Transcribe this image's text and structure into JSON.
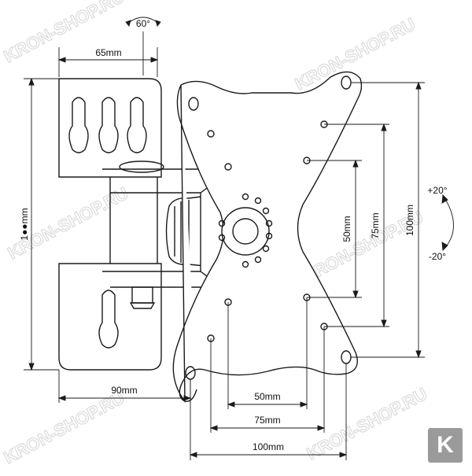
{
  "watermark": "KRON-SHOP.RU",
  "badge_letter": "K",
  "dimensions": {
    "swivel": "60°",
    "wall_width": "65mm",
    "wall_height": "1●●mm",
    "tilt_up": "+20°",
    "tilt_down": "-20°",
    "v50": "50mm",
    "v75": "75mm",
    "v100": "100mm",
    "depth": "90mm",
    "h50": "50mm",
    "h75": "75mm",
    "h100": "100mm"
  },
  "colors": {
    "line": "#1a1a1a",
    "watermark": "#d8d8d8",
    "badge": "#9a9a9a"
  }
}
